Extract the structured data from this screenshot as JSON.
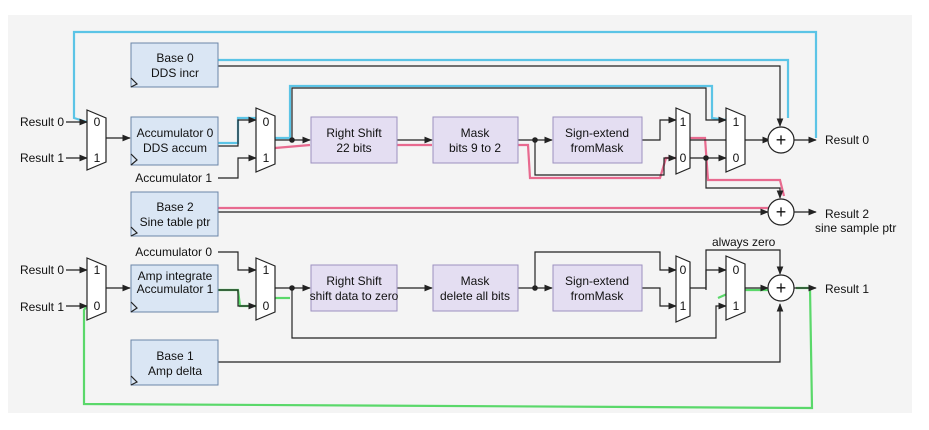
{
  "inputs": {
    "r0_top": "Result 0",
    "r1_top": "Result 1",
    "r0_bot": "Result 0",
    "r1_bot": "Result 1",
    "acc1_label": "Accumulator 1",
    "acc0_label": "Accumulator 0"
  },
  "blocks": {
    "base0": [
      "Base 0",
      "DDS incr"
    ],
    "acc0": [
      "Accumulator 0",
      "DDS accum"
    ],
    "base2": [
      "Base 2",
      "Sine table ptr"
    ],
    "amp_int": [
      "Amp integrate",
      "Accumulator 1"
    ],
    "base1": [
      "Base 1",
      "Amp delta"
    ],
    "rshift_top": [
      "Right Shift",
      "22 bits"
    ],
    "mask_top": [
      "Mask",
      "bits 9 to 2"
    ],
    "sext_top": [
      "Sign-extend",
      "fromMask"
    ],
    "rshift_bot": [
      "Right Shift",
      "shift data to zero"
    ],
    "mask_bot": [
      "Mask",
      "delete all bits"
    ],
    "sext_bot": [
      "Sign-extend",
      "fromMask"
    ]
  },
  "mux_labels": {
    "top_in": [
      "0",
      "1"
    ],
    "sel_top": [
      "0",
      "1"
    ],
    "sext_top": [
      "1",
      "0"
    ],
    "out_top": [
      "1",
      "0"
    ],
    "bot_in": [
      "1",
      "0"
    ],
    "sel_bot": [
      "1",
      "0"
    ],
    "sext_bot": [
      "0",
      "1"
    ],
    "out_bot": [
      "0",
      "1"
    ]
  },
  "adder_symbol": "+",
  "outputs": {
    "result0": "Result 0",
    "result2_line1": "Result 2",
    "result2_line2": "sine sample ptr",
    "result1": "Result 1"
  },
  "annotations": {
    "always_zero": "always zero"
  },
  "colors": {
    "highlight_blue": "#5bc4e6",
    "highlight_pink": "#e86a8f",
    "highlight_green": "#5ad86a",
    "block_blue": "#dae6f4",
    "block_purple": "#e4def2"
  }
}
